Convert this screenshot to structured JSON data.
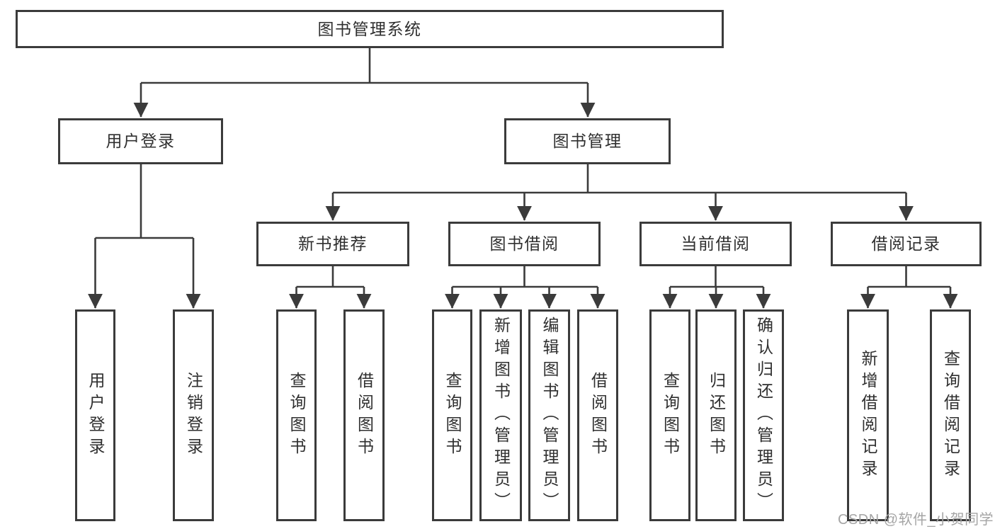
{
  "diagram": {
    "root": {
      "label": "图书管理系统"
    },
    "branches": {
      "user_login": {
        "label": "用户登录",
        "children": [
          {
            "label": "用户登录"
          },
          {
            "label": "注销登录"
          }
        ]
      },
      "book_management": {
        "label": "图书管理",
        "sections": [
          {
            "label": "新书推荐",
            "children": [
              {
                "label": "查询图书"
              },
              {
                "label": "借阅图书"
              }
            ]
          },
          {
            "label": "图书借阅",
            "children": [
              {
                "label": "查询图书"
              },
              {
                "label": "新增图书（管理员）"
              },
              {
                "label": "编辑图书（管理员）"
              },
              {
                "label": "借阅图书"
              }
            ]
          },
          {
            "label": "当前借阅",
            "children": [
              {
                "label": "查询图书"
              },
              {
                "label": "归还图书"
              },
              {
                "label": "确认归还（管理员）"
              }
            ]
          },
          {
            "label": "借阅记录",
            "children": [
              {
                "label": "新增借阅记录"
              },
              {
                "label": "查询借阅记录"
              }
            ]
          }
        ]
      }
    }
  },
  "watermark": {
    "text": "CSDN @软件_小贺同学"
  },
  "colors": {
    "line": "#3b3b3b",
    "box_border": "#3b3b3b",
    "text": "#2f2f2f",
    "watermark": "#a5a5a5",
    "background": "#ffffff"
  }
}
